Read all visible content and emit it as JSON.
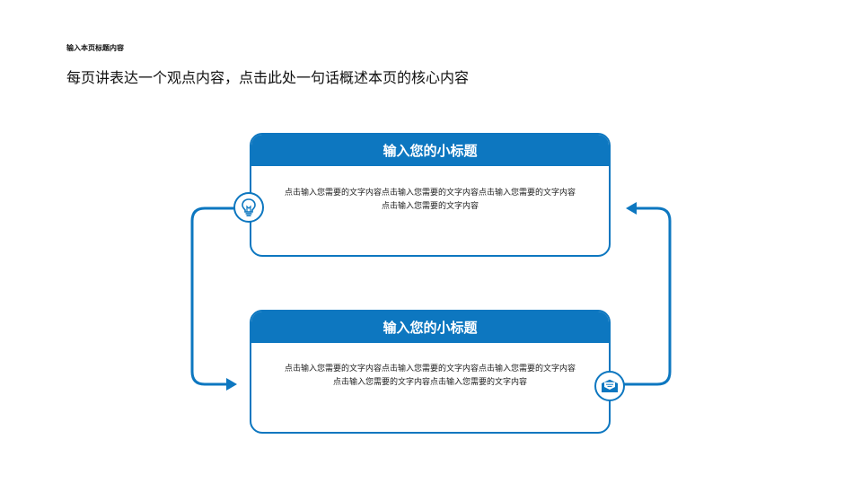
{
  "header": {
    "page_title": "输入本页标题内容",
    "subtitle": "每页讲表达一个观点内容，点击此处一句话概述本页的核心内容"
  },
  "cards": [
    {
      "title": "输入您的小标题",
      "body_lines": [
        "点击输入您需要的文字内容点击输入您需要的文字内容点击输入您需要的文字内容",
        "点击输入您需要的文字内容"
      ],
      "icon": "lightbulb-icon"
    },
    {
      "title": "输入您的小标题",
      "body_lines": [
        "点击输入您需要的文字内容点击输入您需要的文字内容点击输入您需要的文字内容",
        "点击输入您需要的文字内容点击输入您需要的文字内容"
      ],
      "icon": "mail-icon"
    }
  ],
  "colors": {
    "accent": "#0d77c0",
    "text": "#222222",
    "background": "#ffffff"
  }
}
